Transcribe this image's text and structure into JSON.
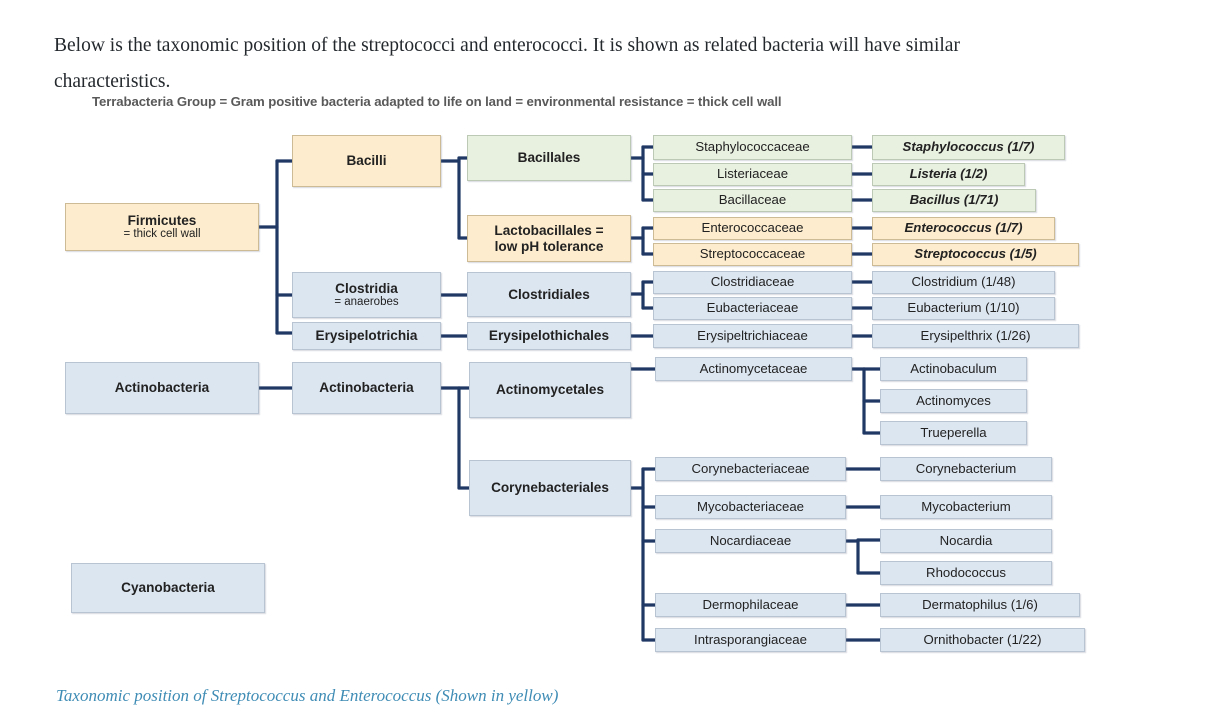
{
  "intro": {
    "text": "Below is the taxonomic position of the streptococci and enterococci. It is shown as related bacteria will have similar characteristics."
  },
  "caption": {
    "text": "Taxonomic position of Streptococcus and Enterococcus (Shown in yellow)"
  },
  "diagram": {
    "banner": "Terrabacteria Group = Gram positive bacteria adapted to life on land = environmental resistance = thick cell wall",
    "colors": {
      "blue_fill": "#dce6f1",
      "cream_fill": "#fdeccd",
      "green_fill": "#e8f0e0",
      "connector": "#1f3864",
      "caption_text": "#3f8cb5"
    },
    "nodes": {
      "firmicutes_l1": "Firmicutes",
      "firmicutes_l2": "= thick cell wall",
      "actinobacteria_phylum": "Actinobacteria",
      "cyanobacteria": "Cyanobacteria",
      "bacilli": "Bacilli",
      "clostridia_l1": "Clostridia",
      "clostridia_l2": "= anaerobes",
      "erysipelotrichia": "Erysipelotrichia",
      "actinobacteria_class": "Actinobacteria",
      "bacillales": "Bacillales",
      "lactobacillales_l1": "Lactobacillales =",
      "lactobacillales_l2": "low pH tolerance",
      "clostridiales": "Clostridiales",
      "erysipelothichales": "Erysipelothichales",
      "actinomycetales": "Actinomycetales",
      "corynebacteriales": "Corynebacteriales",
      "staphylococcaceae": "Staphylococcaceae",
      "listeriaceae": "Listeriaceae",
      "bacillaceae": "Bacillaceae",
      "enterococcaceae": "Enterococcaceae",
      "streptococcaceae": "Streptococcaceae",
      "clostridiaceae": "Clostridiaceae",
      "eubacteriaceae": "Eubacteriaceae",
      "erysipeltrichiaceae": "Erysipeltrichiaceae",
      "actinomycetaceae": "Actinomycetaceae",
      "corynebacteriaceae": "Corynebacteriaceae",
      "mycobacteriaceae": "Mycobacteriaceae",
      "nocardiaceae": "Nocardiaceae",
      "dermophilaceae": "Dermophilaceae",
      "intrasporangiaceae": "Intrasporangiaceae",
      "staphylococcus": "Staphylococcus (1/7)",
      "listeria": "Listeria (1/2)",
      "bacillus": "Bacillus (1/71)",
      "enterococcus": "Enterococcus (1/7)",
      "streptococcus": "Streptococcus (1/5)",
      "clostridium": "Clostridium (1/48)",
      "eubacterium": "Eubacterium (1/10)",
      "erysipelthrix": "Erysipelthrix (1/26)",
      "actinobaculum": "Actinobaculum",
      "actinomyces": "Actinomyces",
      "trueperella": "Trueperella",
      "corynebacterium": "Corynebacterium",
      "mycobacterium": "Mycobacterium",
      "nocardia": "Nocardia",
      "rhodococcus": "Rhodococcus",
      "dermatophilus": "Dermatophilus (1/6)",
      "ornithobacter": "Ornithobacter (1/22)"
    }
  }
}
